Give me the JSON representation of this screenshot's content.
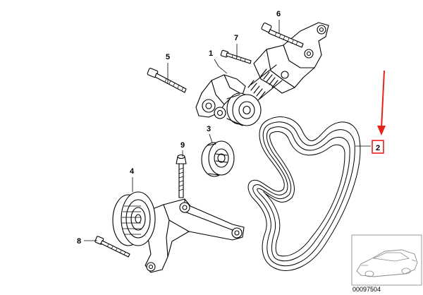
{
  "callouts": [
    {
      "id": "1",
      "label": "1"
    },
    {
      "id": "2",
      "label": "2"
    },
    {
      "id": "3",
      "label": "3"
    },
    {
      "id": "4",
      "label": "4"
    },
    {
      "id": "5",
      "label": "5"
    },
    {
      "id": "6",
      "label": "6"
    },
    {
      "id": "7",
      "label": "7"
    },
    {
      "id": "8",
      "label": "8"
    },
    {
      "id": "9",
      "label": "9"
    }
  ],
  "highlight": {
    "callout": "2",
    "color": "#e8211a"
  },
  "diagram_code": "00097504"
}
